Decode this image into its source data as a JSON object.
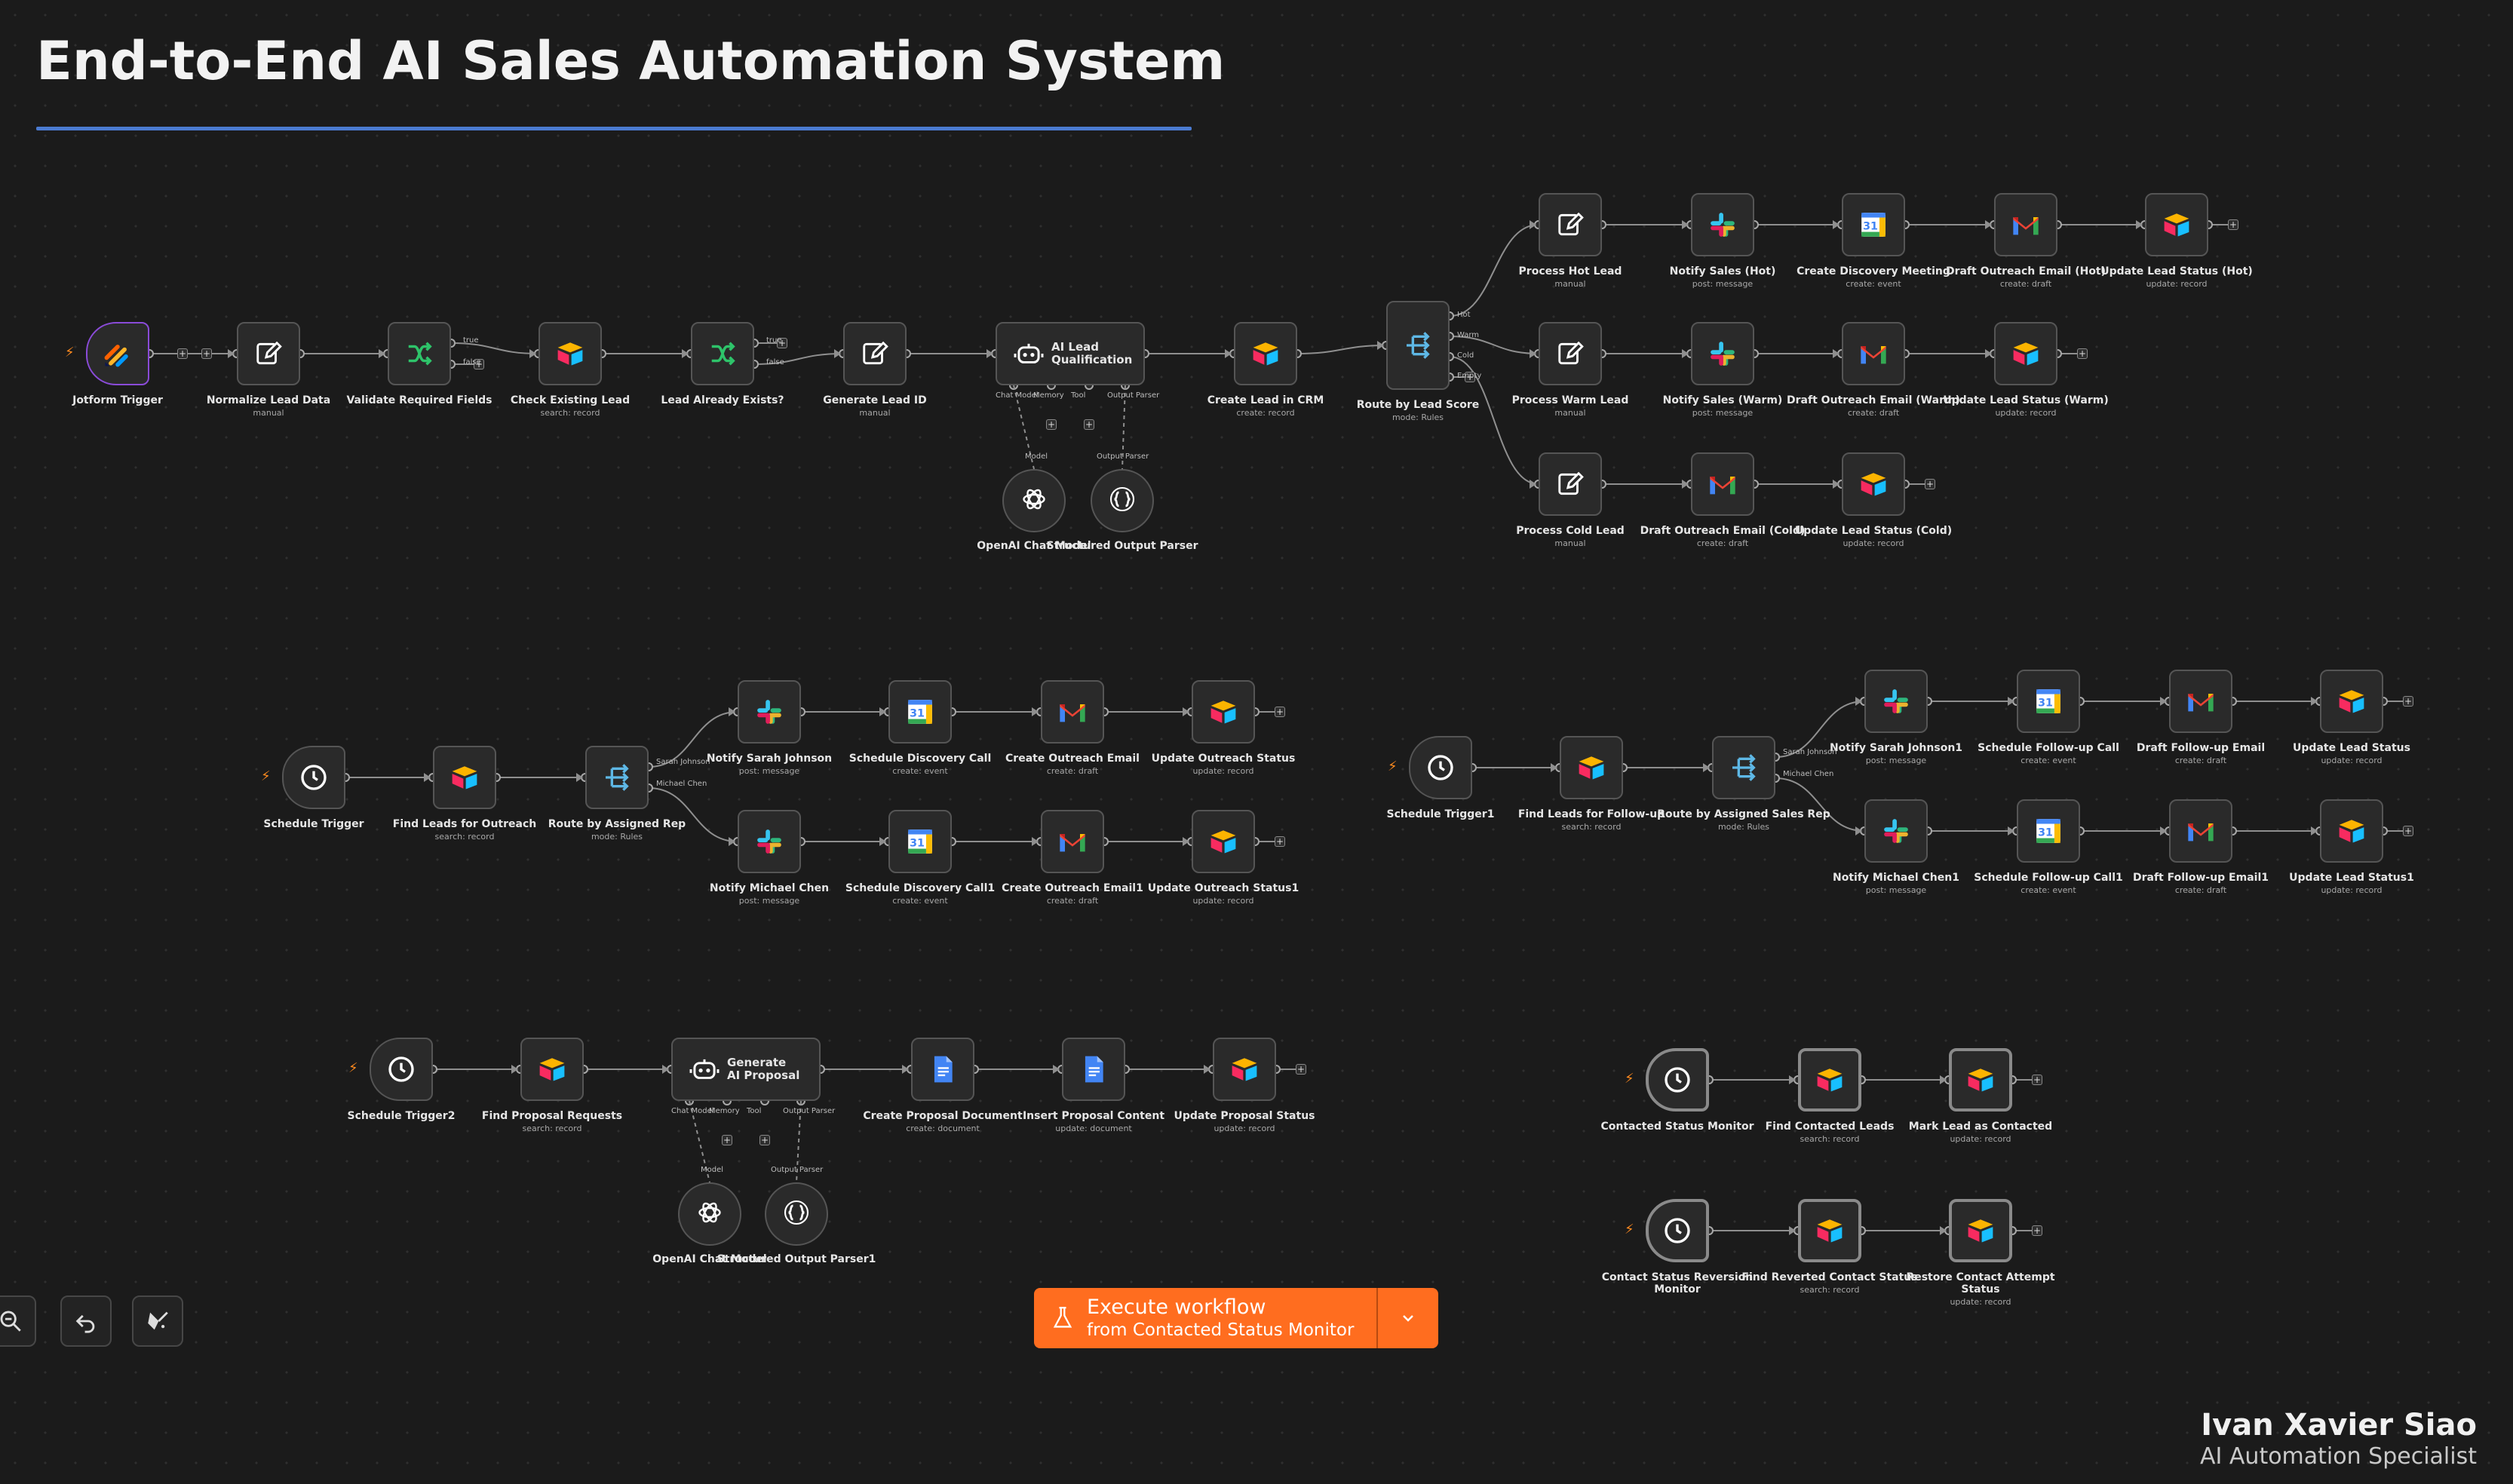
{
  "title": "End-to-End AI Sales Automation System",
  "author": {
    "name": "Ivan Xavier Siao",
    "role": "AI Automation Specialist"
  },
  "execute": {
    "line1": "Execute workflow",
    "line2": "from Contacted Status Monitor"
  },
  "colors": {
    "accent": "#ff6d1f",
    "title_rule": "#4b7bd1",
    "canvas": "#1b1b1b",
    "node": "#2a2a2a",
    "wire": "#8f8f8f"
  },
  "ports": {
    "r1": [
      "true",
      "false"
    ],
    "r2": [
      "true",
      "false"
    ],
    "scoreRouter": [
      "Hot",
      "Warm",
      "Cold",
      "Empty"
    ],
    "rep": [
      "Sarah Johnson",
      "Michael Chen"
    ],
    "agentIn": [
      "Chat Model",
      "Memory",
      "Tool",
      "Output Parser"
    ],
    "subIn": [
      "Model",
      "Output Parser"
    ]
  },
  "nodes": {
    "jotform": {
      "label": "Jotform Trigger",
      "icon": "jotform-icon"
    },
    "normalize": {
      "label": "Normalize Lead Data",
      "sub": "manual",
      "icon": "edit-icon"
    },
    "validate": {
      "label": "Validate Required Fields",
      "icon": "if-icon"
    },
    "checkLead": {
      "label": "Check Existing Lead",
      "sub": "search: record",
      "icon": "airtable-icon"
    },
    "exists": {
      "label": "Lead Already Exists?",
      "icon": "if-icon"
    },
    "genId": {
      "label": "Generate Lead ID",
      "sub": "manual",
      "icon": "edit-icon"
    },
    "agent1": {
      "label": "AI Lead Qualification",
      "icon": "robot-icon"
    },
    "openai1": {
      "label": "OpenAI Chat Model",
      "icon": "openai-icon"
    },
    "parser1": {
      "label": "Structured Output Parser",
      "icon": "braces-icon"
    },
    "createCrm": {
      "label": "Create Lead in CRM",
      "sub": "create: record",
      "icon": "airtable-icon"
    },
    "routeScore": {
      "label": "Route by Lead Score",
      "sub": "mode: Rules",
      "icon": "switch-icon"
    },
    "procHot": {
      "label": "Process Hot Lead",
      "sub": "manual",
      "icon": "edit-icon"
    },
    "notifyHot": {
      "label": "Notify Sales (Hot)",
      "sub": "post: message",
      "icon": "slack-icon"
    },
    "meeting": {
      "label": "Create Discovery Meeting",
      "sub": "create: event",
      "icon": "calendar-icon"
    },
    "draftHot": {
      "label": "Draft Outreach Email (Hot)",
      "sub": "create: draft",
      "icon": "gmail-icon"
    },
    "updHot": {
      "label": "Update Lead Status (Hot)",
      "sub": "update: record",
      "icon": "airtable-icon"
    },
    "procWarm": {
      "label": "Process Warm Lead",
      "sub": "manual",
      "icon": "edit-icon"
    },
    "notifyWarm": {
      "label": "Notify Sales (Warm)",
      "sub": "post: message",
      "icon": "slack-icon"
    },
    "draftWarm": {
      "label": "Draft Outreach Email (Warm)",
      "sub": "create: draft",
      "icon": "gmail-icon"
    },
    "updWarm": {
      "label": "Update Lead Status (Warm)",
      "sub": "update: record",
      "icon": "airtable-icon"
    },
    "procCold": {
      "label": "Process Cold Lead",
      "sub": "manual",
      "icon": "edit-icon"
    },
    "draftCold": {
      "label": "Draft Outreach Email (Cold)",
      "sub": "create: draft",
      "icon": "gmail-icon"
    },
    "updCold": {
      "label": "Update Lead Status (Cold)",
      "sub": "update: record",
      "icon": "airtable-icon"
    },
    "sched": {
      "label": "Schedule Trigger",
      "icon": "clock-icon"
    },
    "findOut": {
      "label": "Find Leads for Outreach",
      "sub": "search: record",
      "icon": "airtable-icon"
    },
    "routeRep": {
      "label": "Route by Assigned Rep",
      "sub": "mode: Rules",
      "icon": "switch-icon"
    },
    "notSarah": {
      "label": "Notify Sarah Johnson",
      "sub": "post: message",
      "icon": "slack-icon"
    },
    "schedCall": {
      "label": "Schedule Discovery Call",
      "sub": "create: event",
      "icon": "calendar-icon"
    },
    "createEmail": {
      "label": "Create Outreach Email",
      "sub": "create: draft",
      "icon": "gmail-icon"
    },
    "updOut": {
      "label": "Update Outreach Status",
      "sub": "update: record",
      "icon": "airtable-icon"
    },
    "notMike": {
      "label": "Notify Michael Chen",
      "sub": "post: message",
      "icon": "slack-icon"
    },
    "schedCall1": {
      "label": "Schedule Discovery Call1",
      "sub": "create: event",
      "icon": "calendar-icon"
    },
    "createEmail1": {
      "label": "Create Outreach Email1",
      "sub": "create: draft",
      "icon": "gmail-icon"
    },
    "updOut1": {
      "label": "Update Outreach Status1",
      "sub": "update: record",
      "icon": "airtable-icon"
    },
    "sched1": {
      "label": "Schedule Trigger1",
      "icon": "clock-icon"
    },
    "findFu": {
      "label": "Find Leads for Follow-up",
      "sub": "search: record",
      "icon": "airtable-icon"
    },
    "routeSales": {
      "label": "Route by Assigned Sales Rep",
      "sub": "mode: Rules",
      "icon": "switch-icon"
    },
    "notSarah1": {
      "label": "Notify Sarah Johnson1",
      "sub": "post: message",
      "icon": "slack-icon"
    },
    "fuCall": {
      "label": "Schedule Follow-up Call",
      "sub": "create: event",
      "icon": "calendar-icon"
    },
    "fuEmail": {
      "label": "Draft Follow-up Email",
      "sub": "create: draft",
      "icon": "gmail-icon"
    },
    "updLead": {
      "label": "Update Lead Status",
      "sub": "update: record",
      "icon": "airtable-icon"
    },
    "notMike1": {
      "label": "Notify Michael Chen1",
      "sub": "post: message",
      "icon": "slack-icon"
    },
    "fuCall1": {
      "label": "Schedule Follow-up Call1",
      "sub": "create: event",
      "icon": "calendar-icon"
    },
    "fuEmail1": {
      "label": "Draft Follow-up Email1",
      "sub": "create: draft",
      "icon": "gmail-icon"
    },
    "updLead1": {
      "label": "Update Lead Status1",
      "sub": "update: record",
      "icon": "airtable-icon"
    },
    "sched2": {
      "label": "Schedule Trigger2",
      "icon": "clock-icon"
    },
    "findProp": {
      "label": "Find Proposal Requests",
      "sub": "search: record",
      "icon": "airtable-icon"
    },
    "agent2": {
      "label": "Generate AI Proposal",
      "icon": "robot-icon"
    },
    "openai2": {
      "label": "OpenAI Chat Model",
      "icon": "openai-icon"
    },
    "parser2": {
      "label": "Structured Output Parser1",
      "icon": "braces-icon"
    },
    "createDoc": {
      "label": "Create Proposal Document",
      "sub": "create: document",
      "icon": "docs-icon"
    },
    "insertDoc": {
      "label": "Insert Proposal Content",
      "sub": "update: document",
      "icon": "docs-icon"
    },
    "updProp": {
      "label": "Update Proposal Status",
      "sub": "update: record",
      "icon": "airtable-icon"
    },
    "contactMon": {
      "label": "Contacted Status Monitor",
      "icon": "clock-icon"
    },
    "findContacted": {
      "label": "Find Contacted Leads",
      "sub": "search: record",
      "icon": "airtable-icon"
    },
    "markContacted": {
      "label": "Mark Lead as Contacted",
      "sub": "update: record",
      "icon": "airtable-icon"
    },
    "revMon": {
      "label": "Contact Status Reversion Monitor",
      "icon": "clock-icon"
    },
    "findReverted": {
      "label": "Find Reverted Contact Status",
      "sub": "search: record",
      "icon": "airtable-icon"
    },
    "restore": {
      "label": "Restore Contact Attempt Status",
      "sub": "update: record",
      "icon": "airtable-icon"
    }
  }
}
